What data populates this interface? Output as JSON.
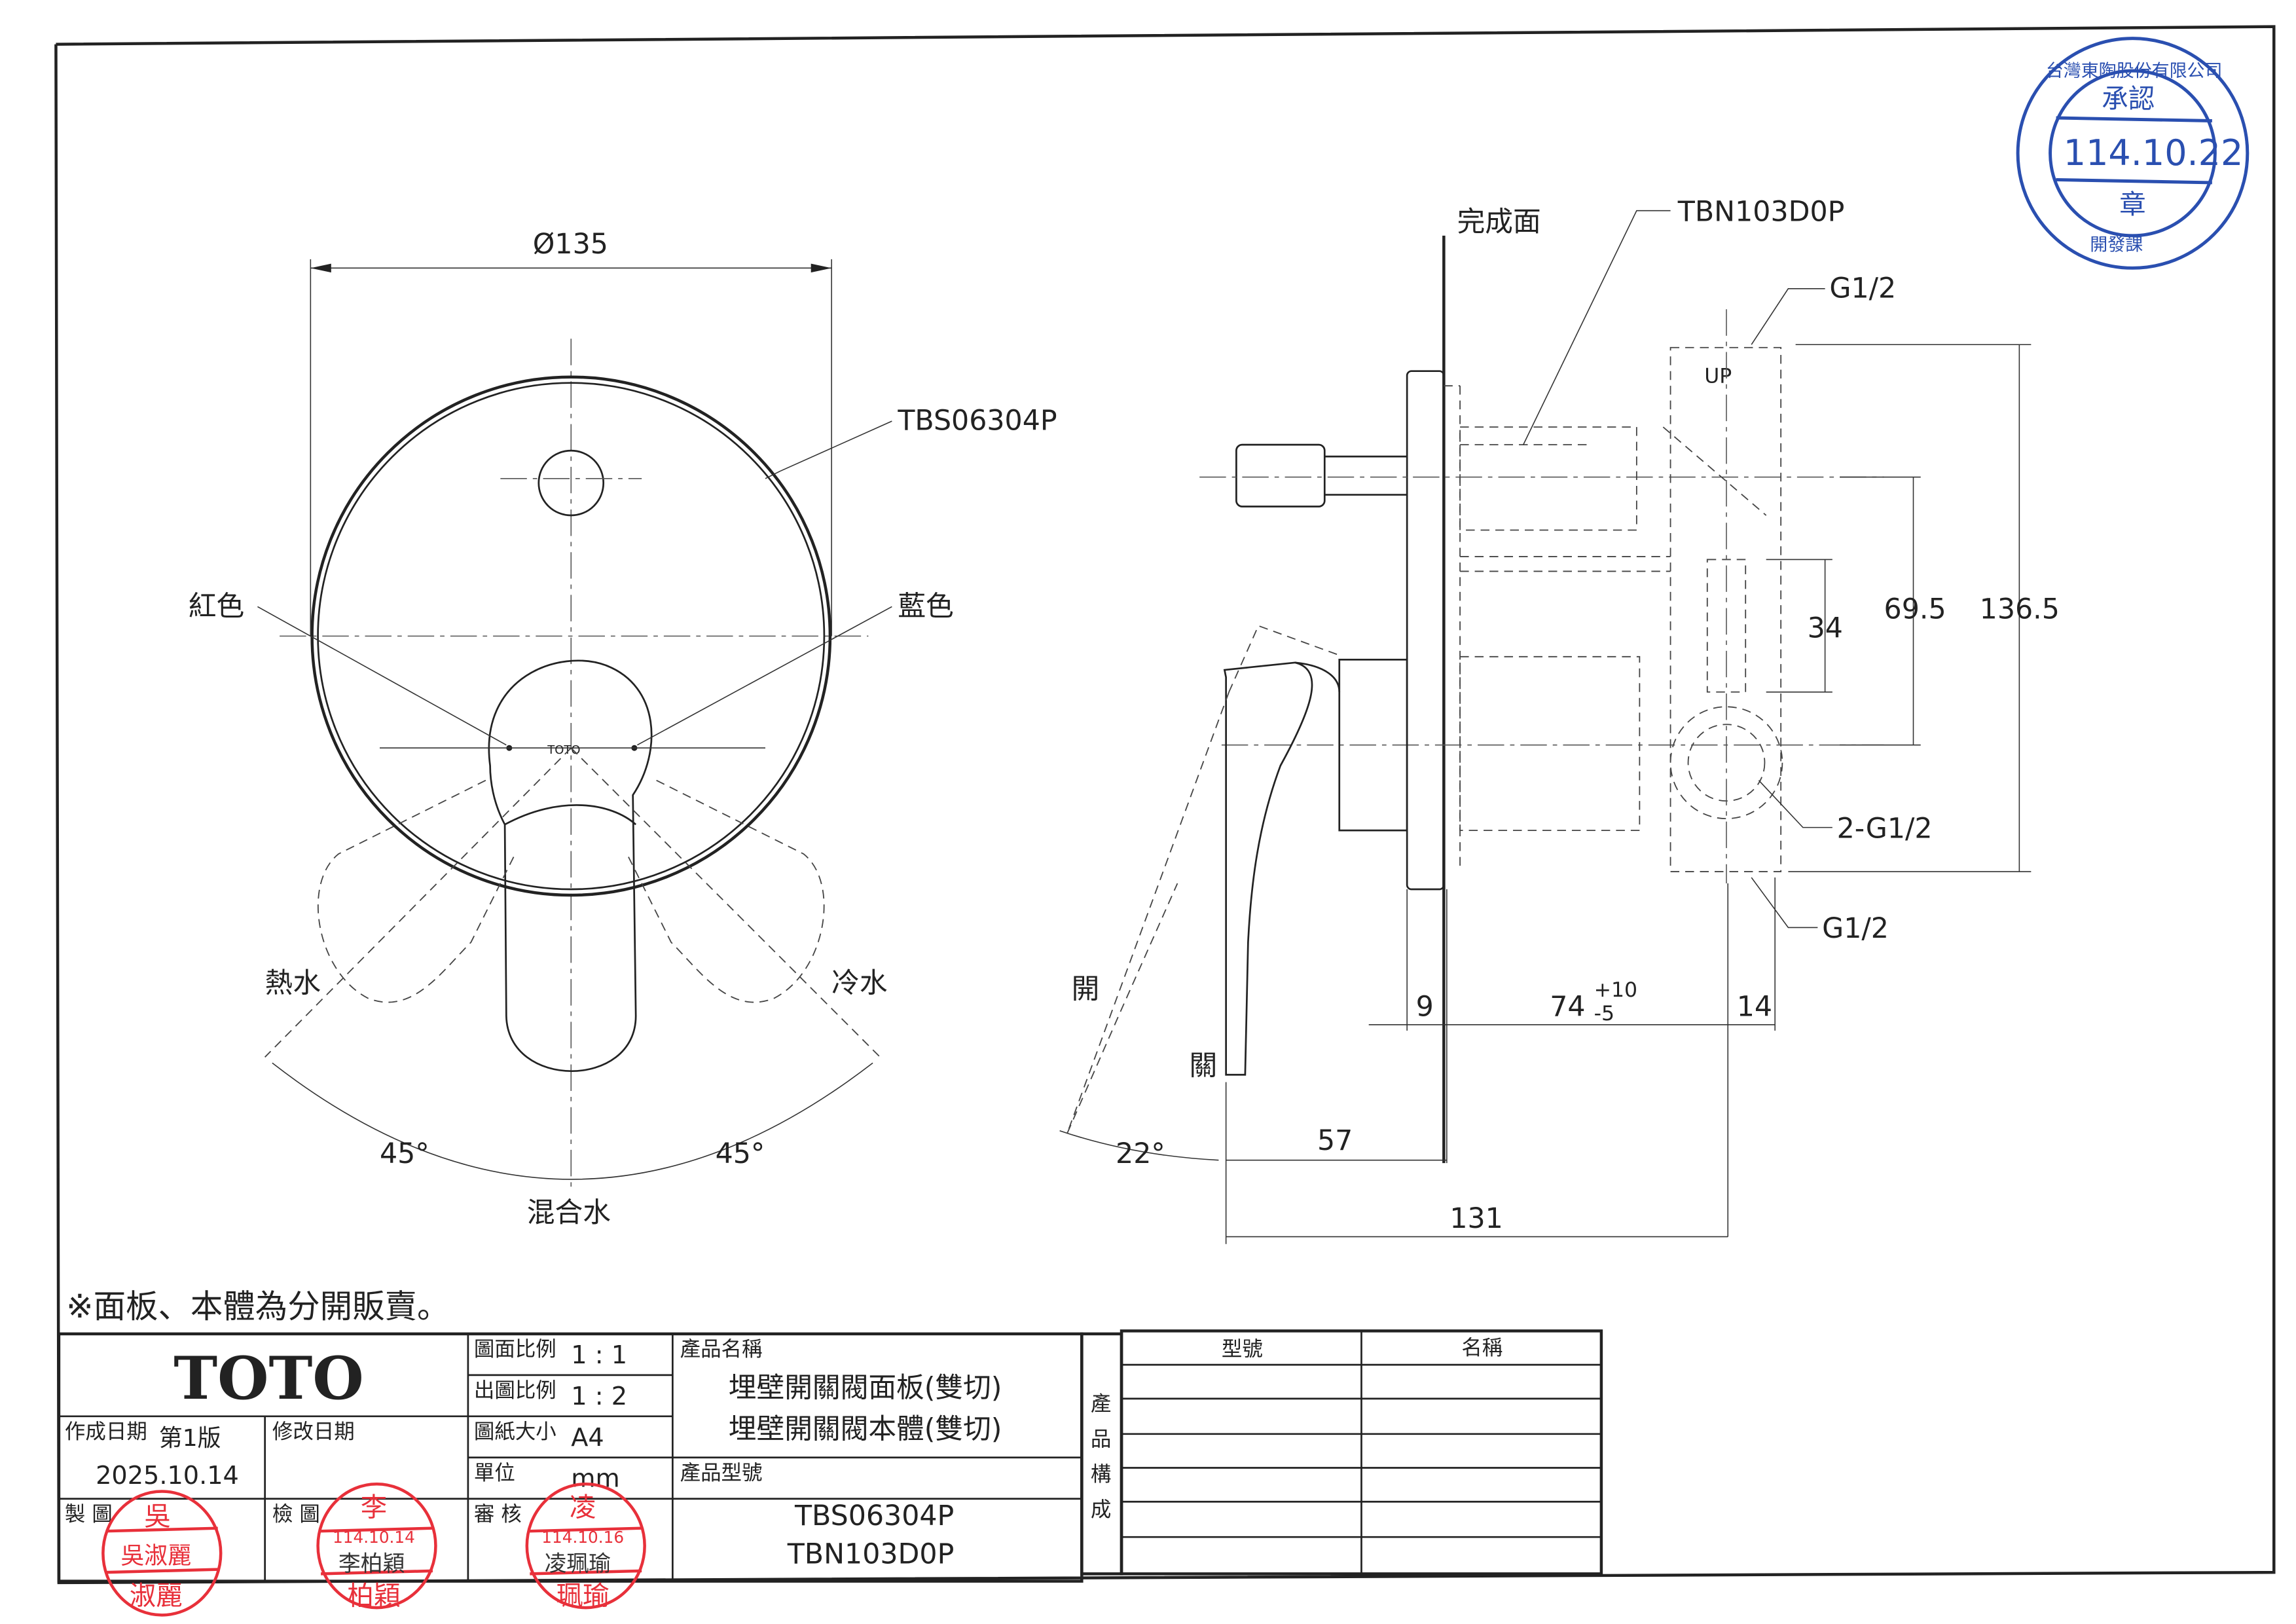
{
  "front_view": {
    "diameter": "Ø135",
    "panel_model": "TBS06304P",
    "red_label": "紅色",
    "blue_label": "藍色",
    "hot_label": "熱水",
    "cold_label": "冷水",
    "mix_label": "混合水",
    "angle_left": "45°",
    "angle_right": "45°",
    "logo_small": "TOTO"
  },
  "side_view": {
    "finish_surface": "完成面",
    "body_model": "TBN103D0P",
    "g_top": "G1/2",
    "g_side": "2-G1/2",
    "g_bottom": "G1/2",
    "up_mark": "UP",
    "dim_34": "34",
    "dim_69_5": "69.5",
    "dim_136_5": "136.5",
    "dim_9": "9",
    "dim_74": "74",
    "dim_74_tol_plus": "+10",
    "dim_74_tol_minus": "-5",
    "dim_14": "14",
    "dim_57": "57",
    "dim_131": "131",
    "angle_22": "22°",
    "open_label": "開",
    "close_label": "關"
  },
  "note": "※面板、本體為分開販賣。",
  "title_block": {
    "brand": "TOTO",
    "created_label": "作成日期",
    "edition": "第1版",
    "created_date": "2025.10.14",
    "revised_label": "修改日期",
    "drawing_scale_label": "圖面比例",
    "drawing_scale": "1 : 1",
    "output_scale_label": "出圖比例",
    "output_scale": "1 : 2",
    "paper_size_label": "圖紙大小",
    "paper_size": "A4",
    "unit_label": "單位",
    "unit": "mm",
    "drawn_label": "製 圖",
    "checked_label": "檢 圖",
    "approved_label": "審 核",
    "product_name_label": "產品名稱",
    "product_names": [
      "埋壁開關閥面板(雙切)",
      "埋壁開關閥本體(雙切)"
    ],
    "product_model_label": "產品型號",
    "product_models": [
      "TBS06304P",
      "TBN103D0P"
    ],
    "composition_label": [
      "產",
      "品",
      "構",
      "成"
    ],
    "composition_headers": {
      "model": "型號",
      "name": "名稱"
    }
  },
  "stamps": {
    "drawn": {
      "surname": "吳",
      "name": "吳淑麗",
      "given": "淑麗"
    },
    "checked": {
      "surname": "李",
      "date": "114.10.14",
      "name": "李柏穎",
      "given": "柏穎"
    },
    "approved": {
      "surname": "凌",
      "date": "114.10.16",
      "name": "凌珮瑜",
      "given": "珮瑜"
    },
    "approval": {
      "company": "台灣東陶股份有限公司",
      "title": "承認",
      "date": "114.10.22",
      "seal": "章",
      "dept": "開發課"
    }
  },
  "colors": {
    "stamp_red": "#e8303a",
    "stamp_blue": "#2a4fb0",
    "ink": "#222222"
  }
}
